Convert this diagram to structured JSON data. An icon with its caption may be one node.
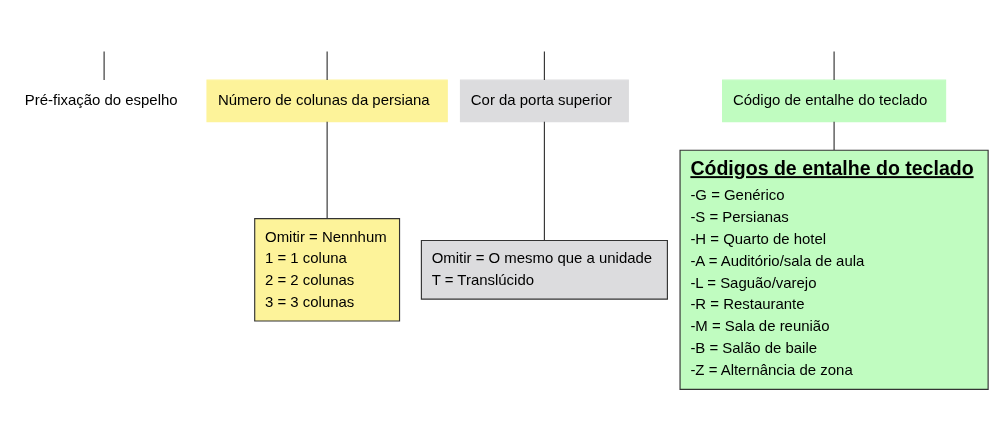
{
  "diagram": {
    "nodes": [
      {
        "text": [
          "Pré-fixação do espelho"
        ]
      },
      {
        "text": [
          "Número de colunas da persiana"
        ]
      },
      {
        "text": [
          "Cor da porta superior"
        ]
      },
      {
        "text": [
          "Código de entalhe do teclado"
        ]
      },
      {
        "text": [
          "Omitir = Nennhum",
          "1 = 1 coluna",
          "2 = 2 colunas",
          "3 = 3 colunas"
        ]
      },
      {
        "text": [
          "Omitir = O mesmo que a unidade",
          "T = Translúcido"
        ]
      },
      {
        "text": [
          "Códigos de entalhe do teclado",
          "-G = Genérico",
          "-S = Persianas",
          "-H = Quarto de hotel",
          "-A = Auditório/sala de aula",
          "-L = Saguão/varejo",
          "-R = Restaurante",
          "-M = Sala de reunião",
          "-B = Salão de baile",
          "-Z = Alternância de zona"
        ]
      }
    ],
    "edges": [
      {
        "from": null,
        "to": 0,
        "arrow": "none"
      },
      {
        "from": null,
        "to": 1,
        "arrow": "none"
      },
      {
        "from": null,
        "to": 2,
        "arrow": "none"
      },
      {
        "from": null,
        "to": 3,
        "arrow": "none"
      },
      {
        "from": 1,
        "to": 4,
        "arrow": "none"
      },
      {
        "from": 2,
        "to": 5,
        "arrow": "none"
      },
      {
        "from": 3,
        "to": 6,
        "arrow": "none"
      }
    ]
  }
}
